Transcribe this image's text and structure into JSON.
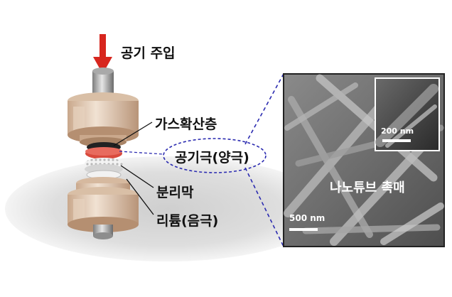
{
  "labels": {
    "air_inlet": "공기 주입",
    "gas_diffusion_layer": "가스확산층",
    "air_electrode": "공기극(양극)",
    "separator": "분리막",
    "lithium": "리튬(음극)"
  },
  "micrograph": {
    "main_caption": "나노튜브 촉매",
    "main_scale": "500 nm",
    "inset_scale": "200 nm"
  },
  "colors": {
    "arrow": "#d7261e",
    "highlight_ellipse": "#2b2bb0",
    "dashed_lines": "#2b2bb0",
    "cell_body": "#e8d6c4",
    "electrode_red": "#d94a3d"
  }
}
